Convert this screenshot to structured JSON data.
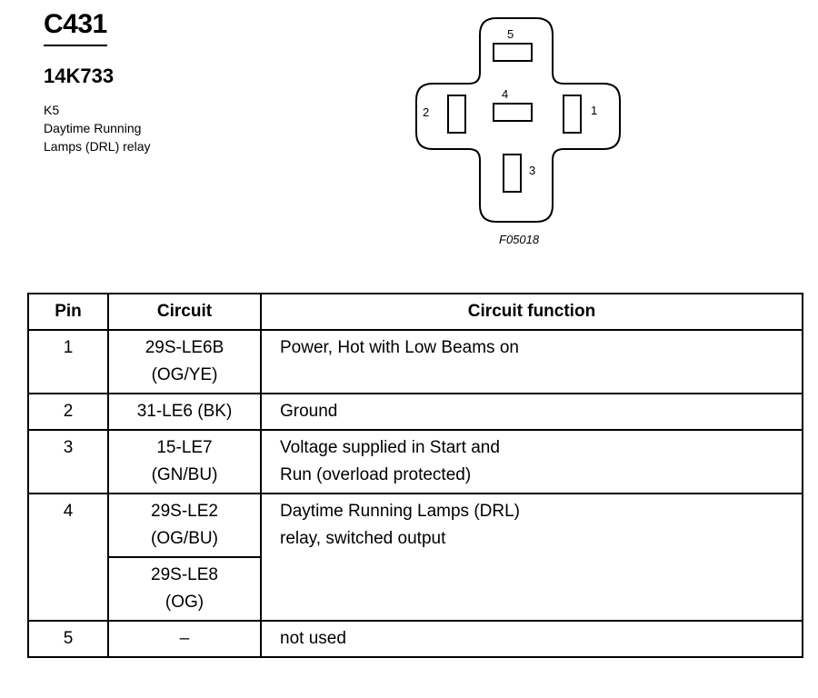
{
  "header": {
    "connector_id": "C431",
    "part_number": "14K733",
    "description_lines": [
      "K5",
      "Daytime Running",
      "Lamps (DRL) relay"
    ]
  },
  "diagram": {
    "pin_labels": [
      "5",
      "2",
      "4",
      "1",
      "3"
    ],
    "figure_id": "F05018"
  },
  "table": {
    "headers": [
      "Pin",
      "Circuit",
      "Circuit function"
    ],
    "rows": [
      {
        "pin": "1",
        "circuit": [
          "29S-LE6B",
          "(OG/YE)"
        ],
        "function": [
          "Power, Hot with Low Beams on"
        ]
      },
      {
        "pin": "2",
        "circuit": [
          "31-LE6 (BK)"
        ],
        "function": [
          "Ground"
        ]
      },
      {
        "pin": "3",
        "circuit": [
          "15-LE7",
          "(GN/BU)"
        ],
        "function": [
          "Voltage supplied in Start and",
          "Run (overload protected)"
        ]
      },
      {
        "pin": "4",
        "circuit": [
          "29S-LE2",
          "(OG/BU)"
        ],
        "circuit_b": [
          "29S-LE8",
          "(OG)"
        ],
        "function": [
          "Daytime Running Lamps (DRL)",
          "relay, switched output"
        ]
      },
      {
        "pin": "5",
        "circuit": [
          "–"
        ],
        "function": [
          "not used"
        ]
      }
    ]
  }
}
